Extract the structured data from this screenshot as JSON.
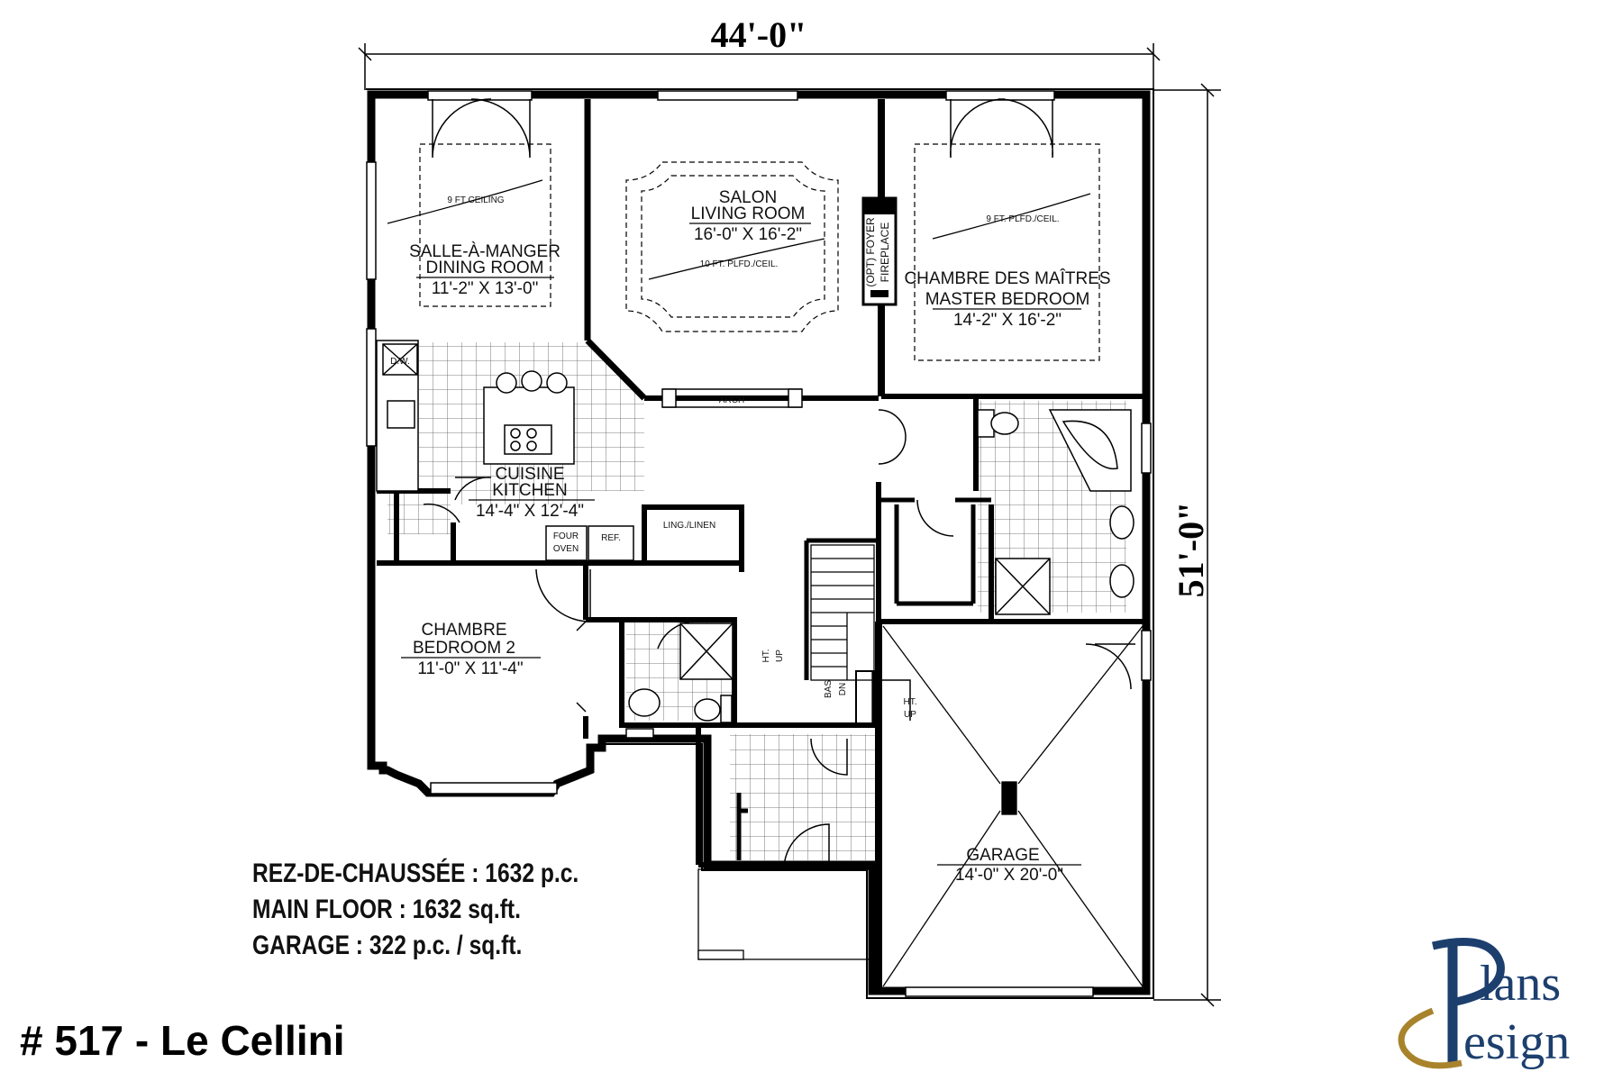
{
  "plan": {
    "title": "# 517 - Le Cellini",
    "dims": {
      "width": "44'-0\"",
      "depth": "51'-0\""
    },
    "areas": [
      "REZ-DE-CHAUSSÉE : 1632 p.c.",
      "MAIN FLOOR : 1632 sq.ft.",
      "GARAGE : 322 p.c. / sq.ft."
    ],
    "rooms": {
      "dining": {
        "fr": "SALLE-À-MANGER",
        "en": "DINING ROOM",
        "size": "11'-2\" X 13'-0\"",
        "ceiling": "9 FT CEILING"
      },
      "living": {
        "fr": "SALON",
        "en": "LIVING ROOM",
        "size": "16'-0\" X 16'-2\"",
        "ceiling": "10 FT. PLFD./CEIL."
      },
      "master": {
        "fr": "CHAMBRE DES MAÎTRES",
        "en": "MASTER BEDROOM",
        "size": "14'-2\" X 16'-2\"",
        "ceiling": "9 FT. PLFD./CEIL."
      },
      "kitchen": {
        "fr": "CUISINE",
        "en": "KITCHEN",
        "size": "14'-4\" X 12'-4\""
      },
      "bedroom2": {
        "fr": "CHAMBRE",
        "en": "BEDROOM 2",
        "size": "11'-0\" X 11'-4\""
      },
      "garage": {
        "en": "GARAGE",
        "size": "14'-0\" X 20'-0\""
      }
    },
    "fixtures": {
      "fireplace_1": "(OPT) FOYER",
      "fireplace_2": "FIREPLACE",
      "arch": "ARCH",
      "dw": "D.W.",
      "four": "FOUR",
      "oven": "OVEN",
      "ref": "REF.",
      "linen": "LING./LINEN",
      "ht1": "HT.",
      "up1": "UP",
      "bas": "BAS",
      "dn": "DN",
      "ht2": "HT.",
      "up2": "UP"
    }
  },
  "logo": {
    "line1": "lans",
    "line2": "esign",
    "accent": "#1c3f6e",
    "gold": "#a8832c"
  },
  "colors": {
    "wall": "#000000",
    "tile": "#555555"
  }
}
